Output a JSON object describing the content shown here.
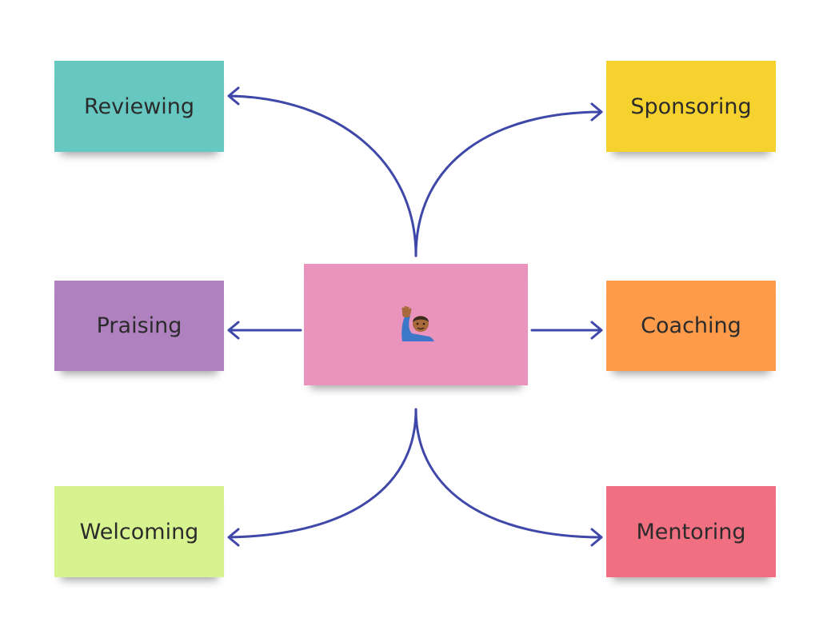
{
  "center": {
    "icon": "person-raising-hand-icon",
    "color": "#ea93bd"
  },
  "arrow_color": "#3f48a8",
  "notes": [
    {
      "id": "reviewing",
      "label": "Reviewing",
      "color": "#67c8c2"
    },
    {
      "id": "sponsoring",
      "label": "Sponsoring",
      "color": "#f6d22f"
    },
    {
      "id": "praising",
      "label": "Praising",
      "color": "#b081bf"
    },
    {
      "id": "coaching",
      "label": "Coaching",
      "color": "#fd9b4b"
    },
    {
      "id": "welcoming",
      "label": "Welcoming",
      "color": "#d7f38f"
    },
    {
      "id": "mentoring",
      "label": "Mentoring",
      "color": "#f06f80"
    }
  ]
}
